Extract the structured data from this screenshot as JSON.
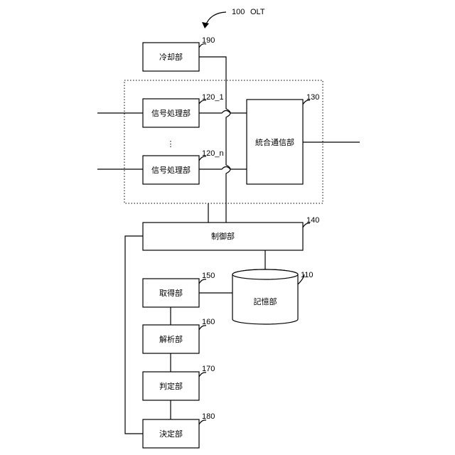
{
  "title": {
    "number": "100",
    "name": "OLT"
  },
  "blocks": {
    "cooling": {
      "label": "冷却部",
      "ref": "190"
    },
    "signal_1": {
      "label": "信号処理部",
      "ref": "120_1"
    },
    "signal_n": {
      "label": "信号処理部",
      "ref": "120_n"
    },
    "ellipsis": "⋮",
    "integrated_comm": {
      "label": "統合通信部",
      "ref": "130"
    },
    "control": {
      "label": "制御部",
      "ref": "140"
    },
    "storage": {
      "label": "記憶部",
      "ref": "110"
    },
    "acquisition": {
      "label": "取得部",
      "ref": "150"
    },
    "analysis": {
      "label": "解析部",
      "ref": "160"
    },
    "judgment": {
      "label": "判定部",
      "ref": "170"
    },
    "decision": {
      "label": "決定部",
      "ref": "180"
    }
  }
}
